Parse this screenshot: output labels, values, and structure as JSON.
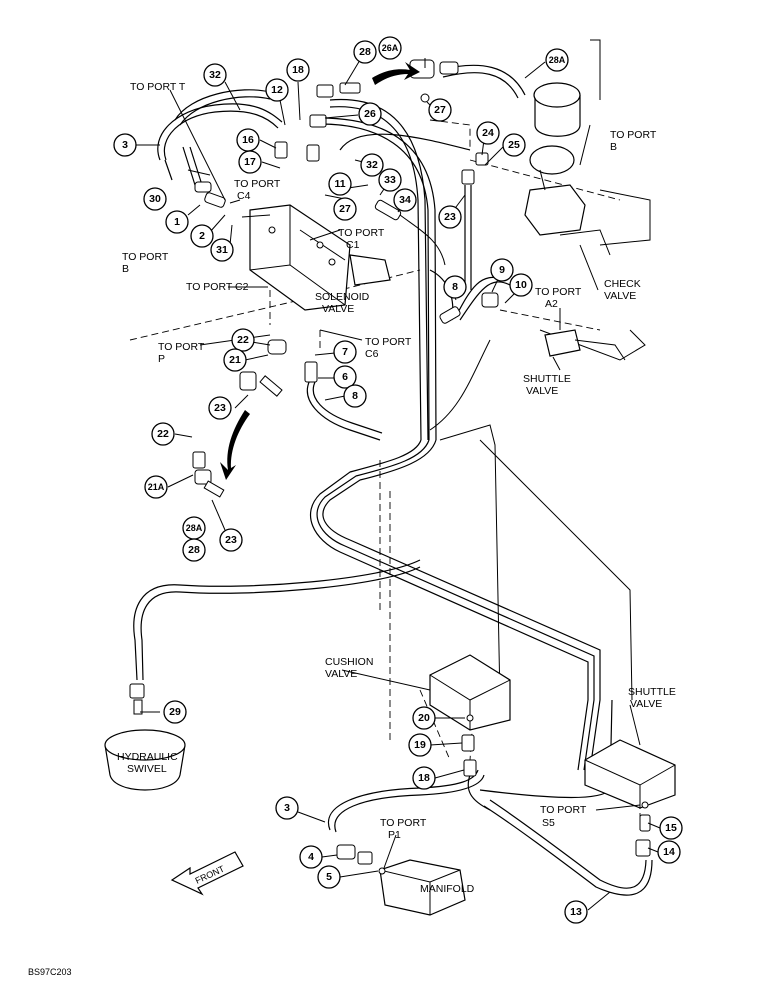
{
  "figure_code": "BS97C203",
  "labels": {
    "to_port_t": "TO PORT T",
    "to_port_b_left_1": "TO PORT",
    "to_port_b_left_2": "B",
    "to_port_c4": "TO PORT",
    "c4": "C4",
    "to_port_c1": "TO PORT",
    "c1": "C1",
    "to_port_c2": "TO PORT C2",
    "solenoid_1": "SOLENOID",
    "solenoid_2": "VALVE",
    "to_port_p_1": "TO PORT",
    "to_port_p_2": "P",
    "to_port_c6": "TO PORT",
    "c6": "C6",
    "to_port_b_right_1": "TO PORT",
    "to_port_b_right_2": "B",
    "check_valve_1": "CHECK",
    "check_valve_2": "VALVE",
    "to_port_a2": "TO PORT",
    "a2": "A2",
    "shuttle_top_1": "SHUTTLE",
    "shuttle_top_2": "VALVE",
    "cushion_1": "CUSHION",
    "cushion_2": "VALVE",
    "shuttle_bottom_1": "SHUTTLE",
    "shuttle_bottom_2": "VALVE",
    "swivel_1": "HYDRAULIC",
    "swivel_2": "SWIVEL",
    "to_port_s5": "TO PORT",
    "s5": "S5",
    "to_port_p1": "TO PORT",
    "p1": "P1",
    "manifold": "MANIFOLD",
    "front": "FRONT"
  },
  "callouts": [
    "1",
    "2",
    "3",
    "4",
    "5",
    "6",
    "7",
    "8",
    "9",
    "10",
    "12",
    "13",
    "14",
    "15",
    "16",
    "17",
    "18",
    "19",
    "20",
    "21",
    "21A",
    "22",
    "23",
    "24",
    "25",
    "26",
    "26A",
    "27",
    "28",
    "28A",
    "29",
    "30",
    "31",
    "32",
    "33",
    "34",
    "11"
  ]
}
